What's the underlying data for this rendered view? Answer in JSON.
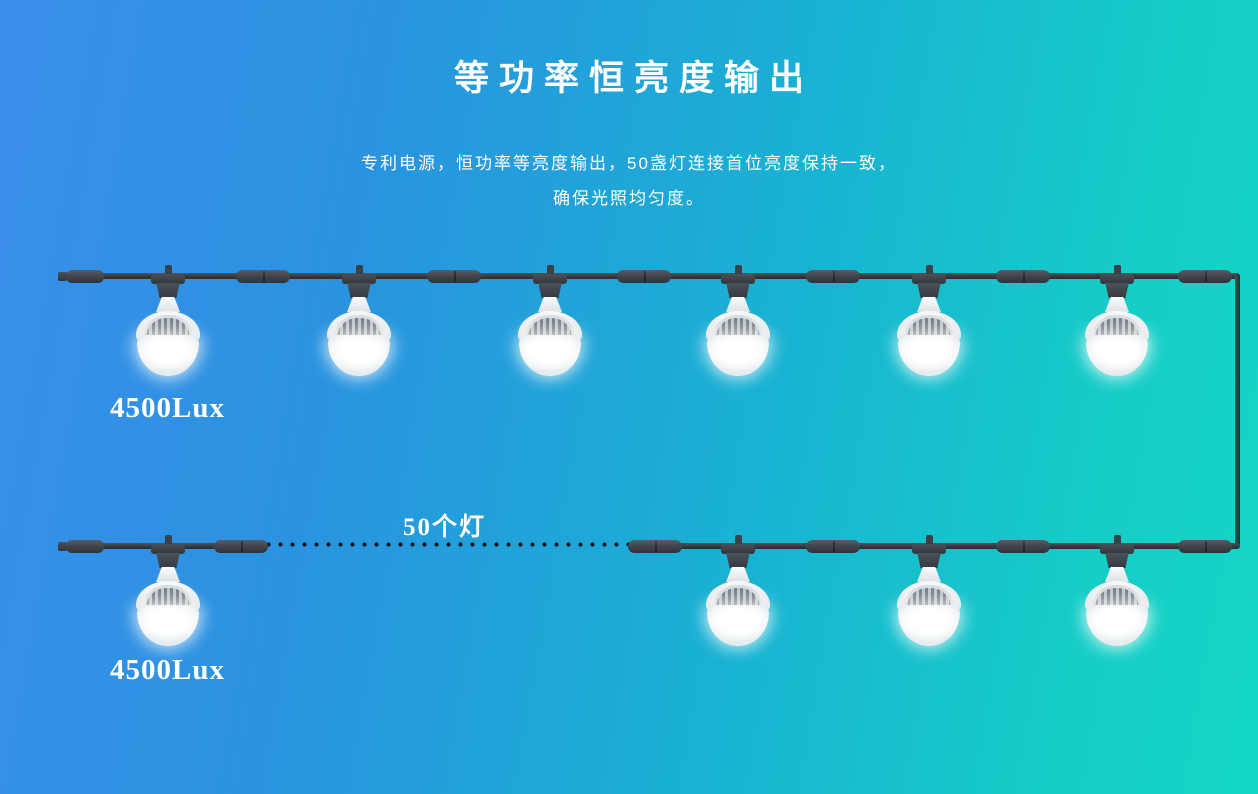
{
  "header": {
    "title": "等功率恒亮度输出",
    "subtitle_line1": "专利电源，恒功率等亮度输出，50盏灯连接首位亮度保持一致，",
    "subtitle_line2": "确保光照均匀度。"
  },
  "diagram": {
    "row1": {
      "lux_label": "4500Lux",
      "bulb_count": 6
    },
    "row2": {
      "lux_label": "4500Lux",
      "bulb_count": 4,
      "gap_label": "50个灯"
    },
    "colors": {
      "background_left": "#3b8eea",
      "background_right": "#13d7c5",
      "cable": "#383e44",
      "bulb_glow": "#ffffff",
      "text": "#ffffff"
    }
  }
}
